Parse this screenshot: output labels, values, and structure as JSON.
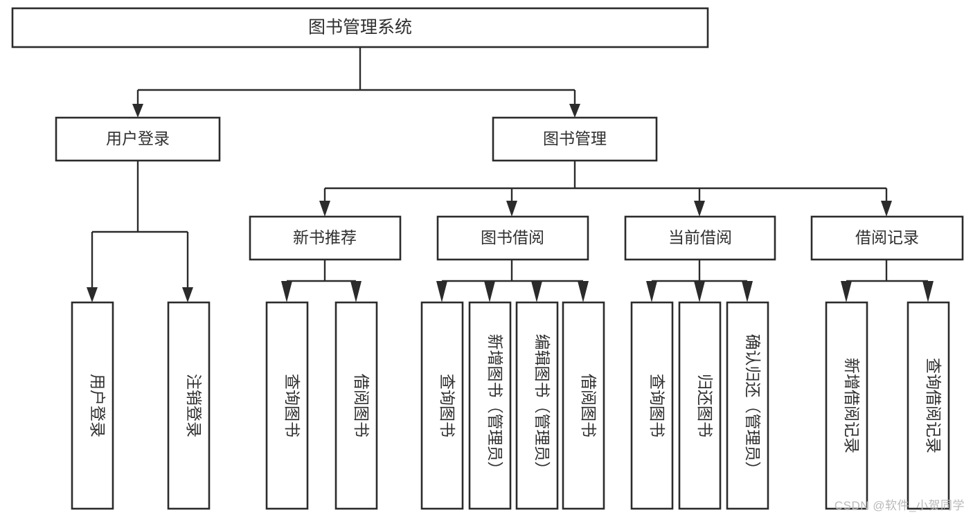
{
  "diagram": {
    "title": "图书管理系统",
    "type": "hierarchy-tree",
    "watermark": "CSDN @软件_小贺同学",
    "root": {
      "id": "root",
      "label": "图书管理系统"
    },
    "level2": [
      {
        "id": "user-login",
        "label": "用户登录"
      },
      {
        "id": "book-management",
        "label": "图书管理"
      }
    ],
    "level3": [
      {
        "id": "new-book-recommend",
        "label": "新书推荐",
        "parent": "book-management"
      },
      {
        "id": "book-borrow",
        "label": "图书借阅",
        "parent": "book-management"
      },
      {
        "id": "current-borrow",
        "label": "当前借阅",
        "parent": "book-management"
      },
      {
        "id": "borrow-record",
        "label": "借阅记录",
        "parent": "book-management"
      }
    ],
    "leaves": {
      "user-login": [
        {
          "id": "leaf-user-login",
          "label": "用户登录"
        },
        {
          "id": "leaf-user-logout",
          "label": "注销登录"
        }
      ],
      "new-book-recommend": [
        {
          "id": "leaf-query-books-1",
          "label": "查询图书"
        },
        {
          "id": "leaf-borrow-books-1",
          "label": "借阅图书"
        }
      ],
      "book-borrow": [
        {
          "id": "leaf-query-books-2",
          "label": "查询图书"
        },
        {
          "id": "leaf-add-book",
          "label": "新增图书（管理员）"
        },
        {
          "id": "leaf-edit-book",
          "label": "编辑图书（管理员）"
        },
        {
          "id": "leaf-borrow-books-2",
          "label": "借阅图书"
        }
      ],
      "current-borrow": [
        {
          "id": "leaf-query-books-3",
          "label": "查询图书"
        },
        {
          "id": "leaf-return-book",
          "label": "归还图书"
        },
        {
          "id": "leaf-confirm-return",
          "label": "确认归还（管理员）"
        }
      ],
      "borrow-record": [
        {
          "id": "leaf-add-record",
          "label": "新增借阅记录"
        },
        {
          "id": "leaf-query-record",
          "label": "查询借阅记录"
        }
      ]
    },
    "colors": {
      "stroke": "#2b2b2b",
      "fill": "#ffffff",
      "text": "#2f2f2f",
      "watermark": "#b9b9b9"
    }
  }
}
